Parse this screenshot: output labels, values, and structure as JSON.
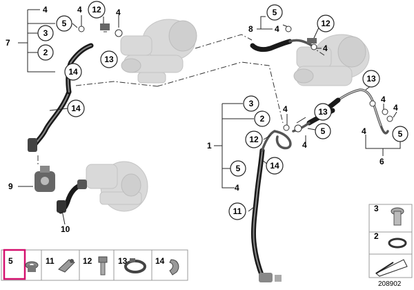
{
  "callouts": {
    "c4_top": "4",
    "c5_topleft": "5",
    "c3_left": "3",
    "c2_left": "2",
    "c7": "7",
    "c4_a": "4",
    "c12_top": "12",
    "c4_b": "4",
    "c13_top": "13",
    "c14_a": "14",
    "c14_b": "14",
    "c9": "9",
    "c10": "10",
    "c5_tr": "5",
    "c8": "8",
    "c4_c": "4",
    "c12_tr": "12",
    "c4_d": "4",
    "c13_r": "13",
    "c4_e": "4",
    "c4_f": "4",
    "c4_g": "4",
    "c5_r": "5",
    "c6": "6",
    "c3_mid": "3",
    "c2_mid": "2",
    "c4_h": "4",
    "c13_mid": "13",
    "c5_mid": "5",
    "c4_i": "4",
    "c1": "1",
    "c12_mid": "12",
    "c14_mid": "14",
    "c5_mid2": "5",
    "c4_j": "4",
    "c11": "11"
  },
  "parts_strip": [
    {
      "num": "5",
      "part": "washer"
    },
    {
      "num": "11",
      "part": "clamp"
    },
    {
      "num": "12",
      "part": "bolt"
    },
    {
      "num": "13",
      "part": "hose-clamp"
    },
    {
      "num": "14",
      "part": "clip"
    }
  ],
  "parts_column": [
    {
      "num": "3",
      "part": "screw"
    },
    {
      "num": "2",
      "part": "seal-ring"
    }
  ],
  "diagram_number": "208902"
}
